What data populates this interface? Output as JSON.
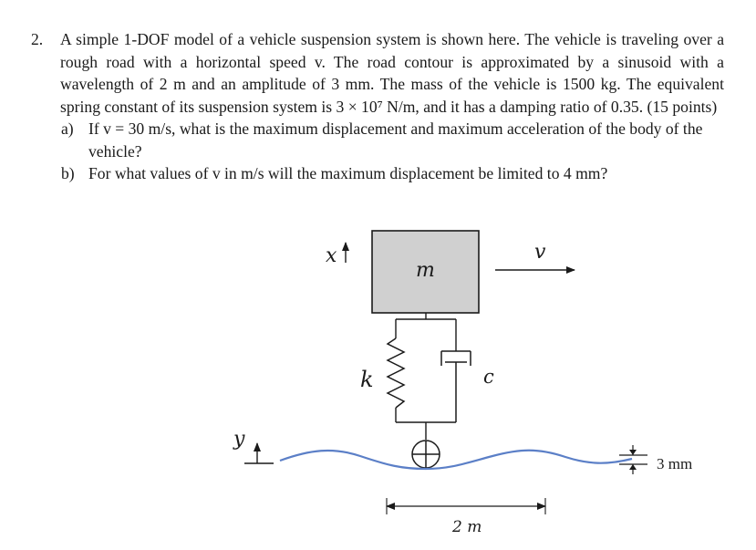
{
  "problem": {
    "number": "2.",
    "lines": [
      "A simple 1-DOF model of a vehicle suspension system is shown here. The vehicle is traveling over a rough road with a horizontal speed v. The road contour is approximated by a sinusoid with a wavelength of 2 m and an amplitude of 3 mm. The mass of the vehicle is 1500 kg. The equivalent spring constant of its suspension system is 3 × 10⁷ N/m, and it has a damping ratio of 0.35. (15 points)"
    ],
    "parts": [
      {
        "label": "a)",
        "text": "If v = 30 m/s, what is the maximum displacement and maximum acceleration of the body of the vehicle?"
      },
      {
        "label": "b)",
        "text": "For what values of v in m/s will the maximum displacement be limited to 4 mm?"
      }
    ]
  },
  "figure": {
    "mass_label": "m",
    "displacement_label": "x",
    "velocity_label": "v",
    "spring_label": "k",
    "damper_label": "c",
    "road_label": "y",
    "amplitude_label": "3 mm",
    "wavelength_label": "2 m"
  }
}
